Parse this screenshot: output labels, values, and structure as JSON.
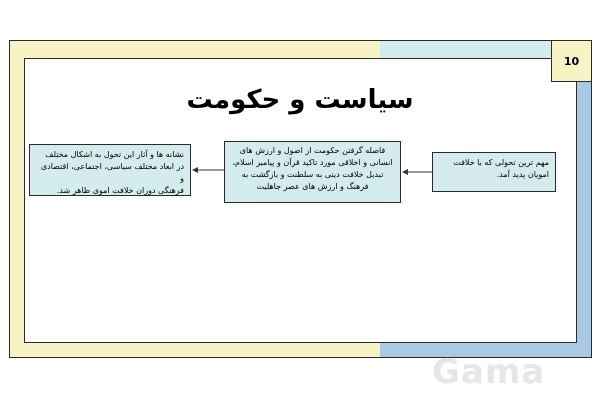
{
  "slide": {
    "page_number": "10",
    "title": "سیاست و حکومت"
  },
  "nodes": {
    "right": "مهم ترین تحولی که با خلافت\nامویان پدید آمد.",
    "center": "فاصله گرفتن حکومت از اصول و ارزش های\nانسانی و اخلاقی مورد تاکید قرآن و پیامبر اسلام،\nتبدیل خلافت دینی به سلطنت و بازگشت به\nفرهنگ و ارزش های عصر جاهلیت",
    "left": "نشانه ها و آثار این تحول به اشکال مختلف\nدر ابعاد مختلف سیاسی، اجتماعی، اقتصادی و\nفرهنگی دوران خلافت اموی ظاهر شد."
  },
  "watermark": {
    "logo_text": "Gama"
  },
  "colors": {
    "yellow_band": "#f7f3c4",
    "cyan_band": "#d4ecee",
    "blue_band": "#a9c9e4",
    "node_fill": "#d4ecee"
  }
}
